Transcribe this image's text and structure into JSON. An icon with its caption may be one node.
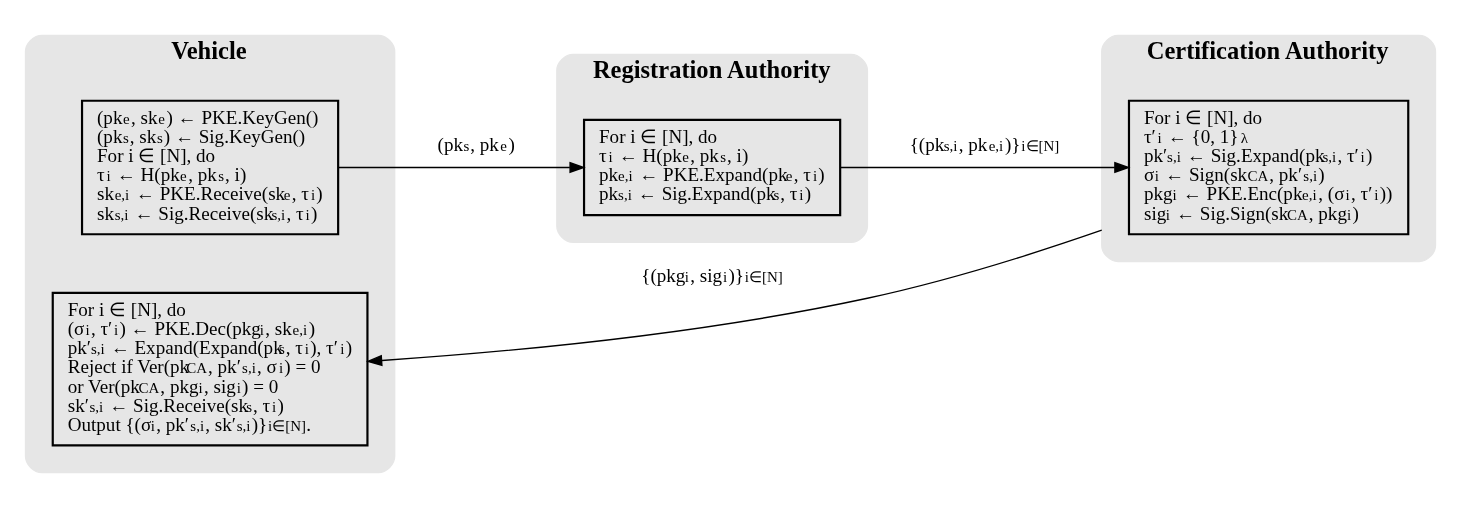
{
  "diagram": {
    "nodes": [
      {
        "text": [
          "Vehicle"
        ]
      },
      {
        "text": [
          "(pk$_{e}$, sk$_{e}$) ← PKE.KeyGen()",
          "(pk$_{s}$, sk$_{s}$) ← Sig.KeyGen()",
          "For i ∈ [N], do",
          "τ$_{i}$ ← H(pk$_{e}$, pk$_{s}$, i)",
          "sk$_{e,i}$ ← PKE.Receive(sk$_{e}$, τ$_{i}$)",
          "sk$_{s,i}$ ← Sig.Receive(sk$_{s,i}$, τ$_{i}$)"
        ],
        "in": 0
      },
      {
        "text": [
          "For i ∈ [N], do",
          "(σ$_{i}$, τ′$_{i}$) ← PKE.Dec(pkg$_{i}$, sk$_{e,i}$)",
          "pk′$_{s,i}$ ← Expand(Expand(pk$_{s}$, τ$_{i}$), τ′$_{i}$)",
          "Reject if Ver(pk$_{CA}$, pk′$_{s,i}$, σ$_{i}$) = 0",
          "or Ver(pk$_{CA}$, pkg$_{i}$, sig$_{i}$) = 0",
          "sk′$_{s,i}$ ← Sig.Receive(sk$_{s}$, τ$_{i}$)",
          "Output {(σ$_{i}$, pk′$_{s,i}$, sk′$_{s,i}$)}$_{i∈[N]}$."
        ],
        "in": 0
      },
      {
        "text": [
          "Registration Authority"
        ]
      },
      {
        "text": [
          "For i ∈ [N], do",
          "τ$_{i}$ ← H(pk$_{e}$, pk$_{s}$, i)",
          "pk$_{e,i}$ ← PKE.Expand(pk$_{e}$, τ$_{i}$)",
          "pk$_{s,i}$ ← Sig.Expand(pk$_{s}$, τ$_{i}$)"
        ],
        "in": 3
      },
      {
        "text": [
          "Certification Authority"
        ]
      },
      {
        "text": [
          "For i ∈ [N], do",
          "τ′$_{i}$ ← {0, 1}$^{λ}$",
          "pk′$_{s,i}$ ← Sig.Expand(pk$_{s,i}$, τ′$_{i}$)",
          "σ$_{i}$ ← Sign(sk$_{CA}$, pk′$_{s,i}$)",
          "pkg$_{i}$ ← PKE.Enc(pk$_{e,i}$, (σ$_{i}$, τ′$_{i}$))",
          "sig$_{i}$ ← Sig.Sign(sk$_{CA}$, pkg$_{i}$)"
        ],
        "in": 5
      }
    ],
    "edges": [
      {
        "from": 1,
        "to": 4,
        "arrow": "to",
        "label": "(pk$_{s}$, pk$_{e}$)"
      },
      {
        "from": 4,
        "to": 6,
        "arrow": "to",
        "label": "{(pk$_{s,i}$, pk$_{e,i}$)}$_{i∈[N]}$"
      },
      {
        "from": 5,
        "to": 2,
        "arrow": "to",
        "label": "{(pkg$_{i}$, sig$_{i}$)}$_{i∈[N]}$"
      }
    ]
  }
}
